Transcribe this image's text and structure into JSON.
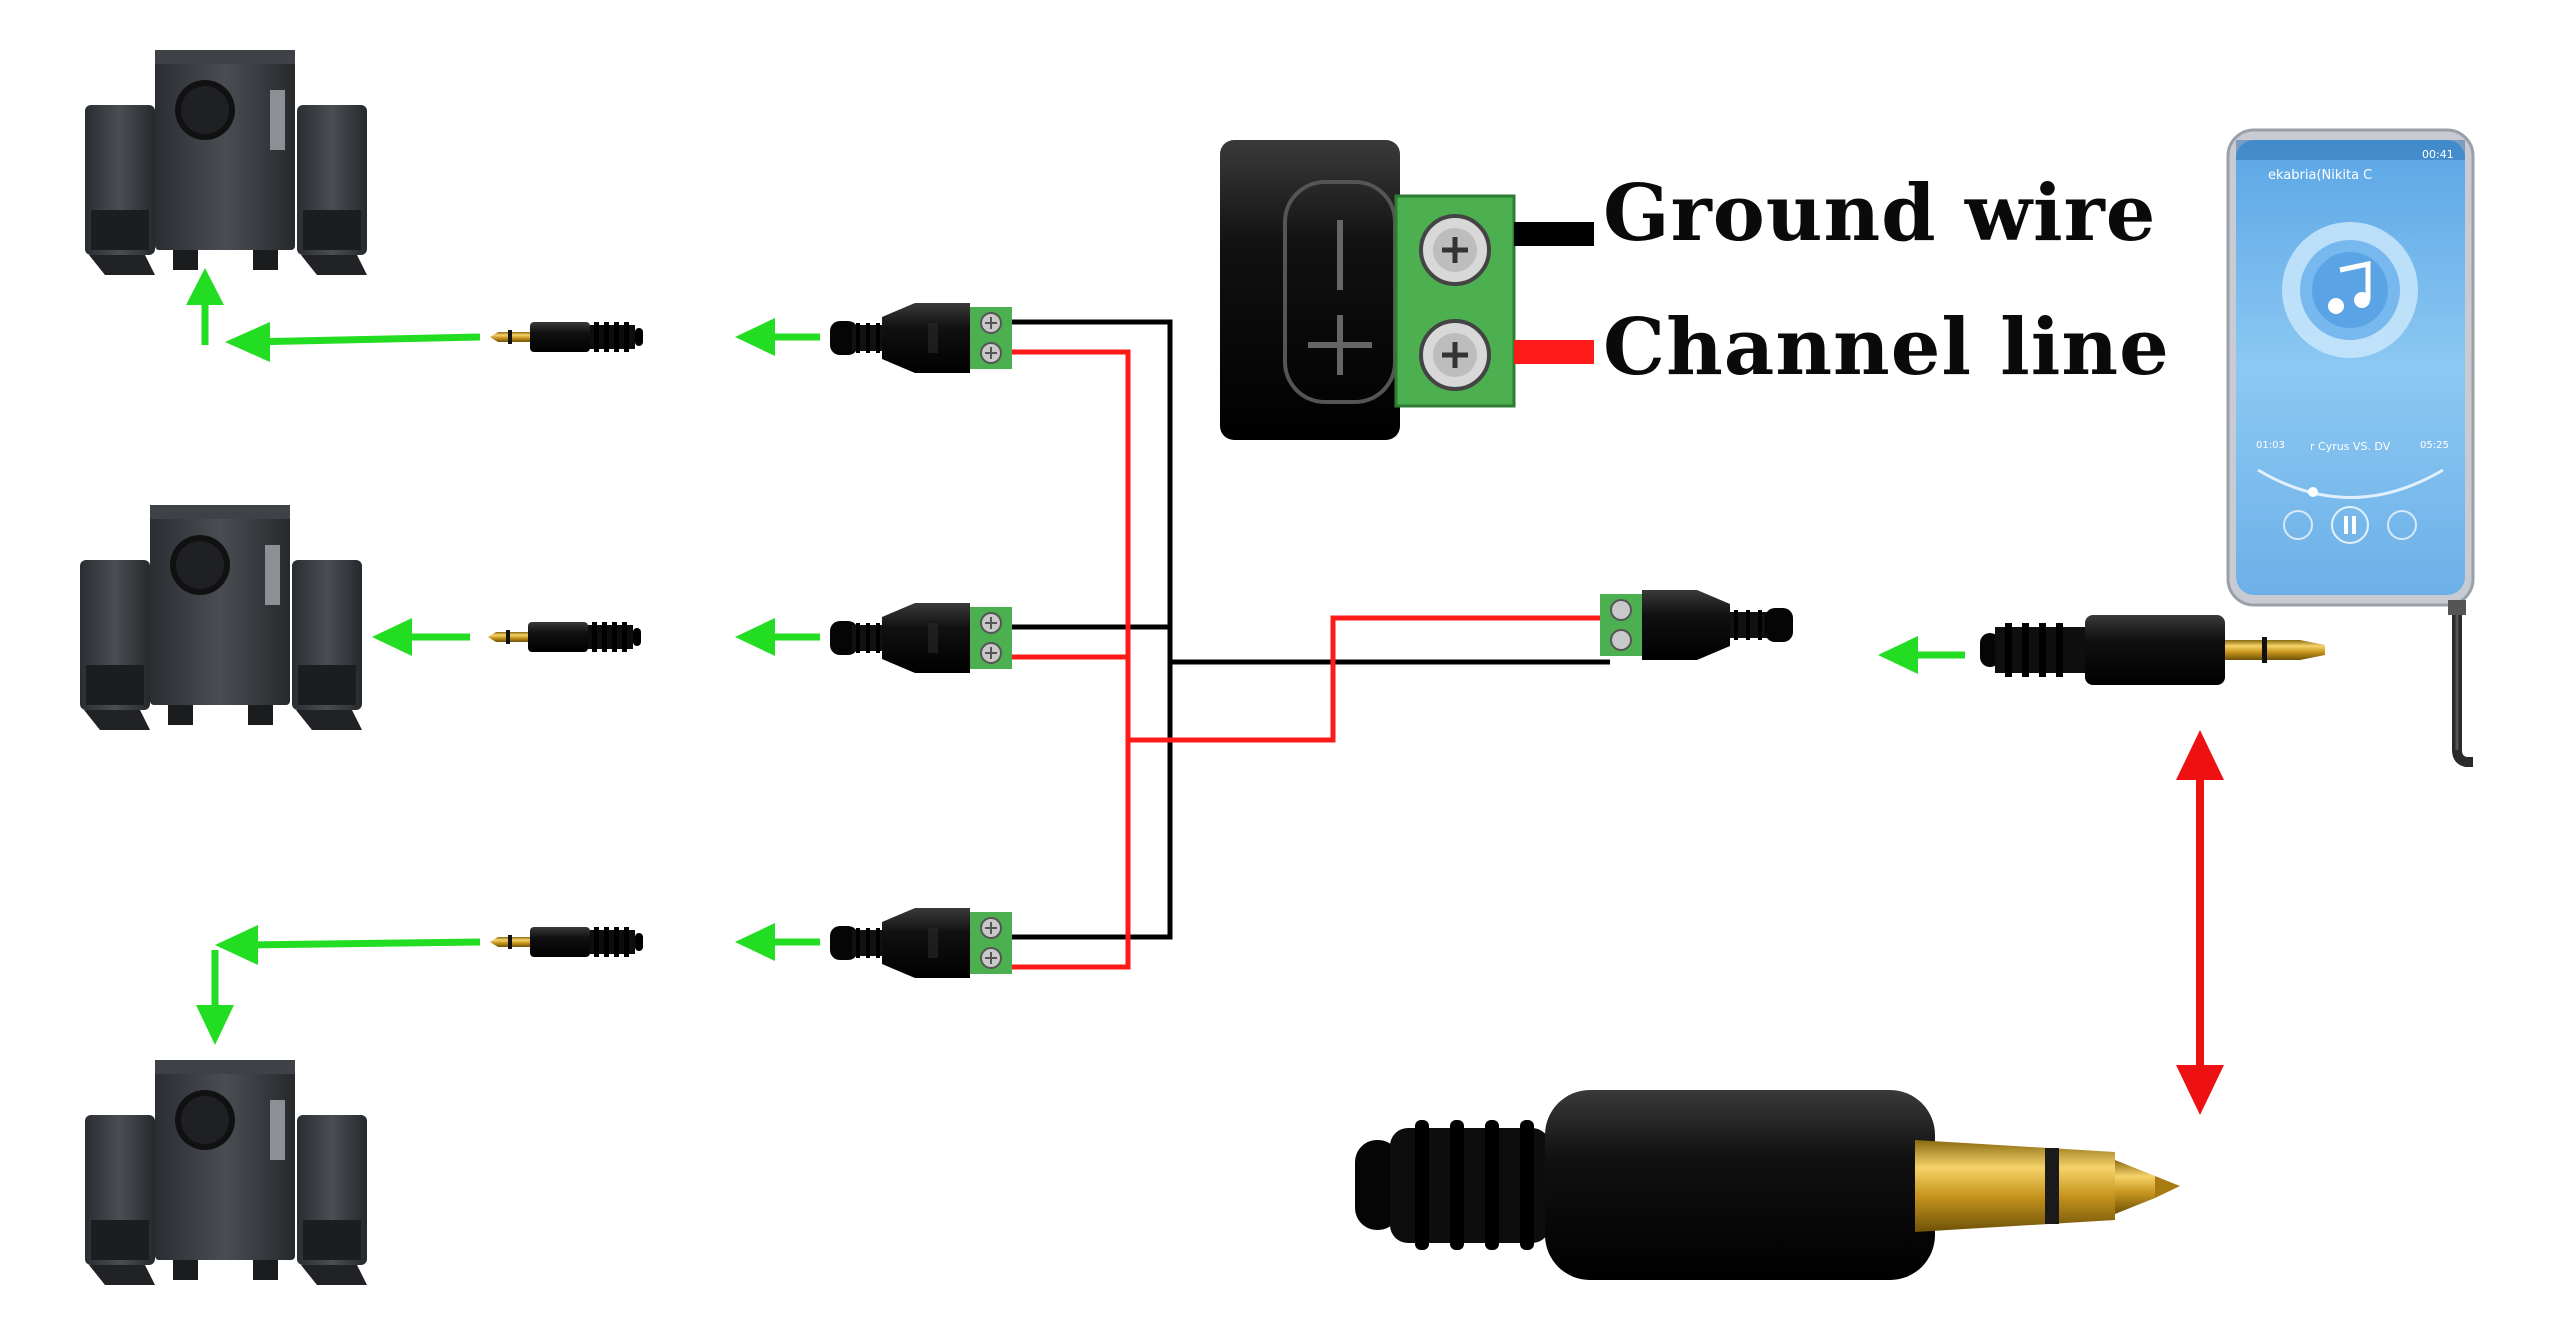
{
  "legend": {
    "ground_label": "Ground wire",
    "channel_label": "Channel line",
    "ground_color": "#000000",
    "channel_color": "#ff1a1a"
  },
  "phone": {
    "status_time": "00:41",
    "song_header": "ekabria(Nikita C",
    "song_title": "r Cyrus VS. DV",
    "elapsed": "01:03",
    "duration": "05:25",
    "icon": "music-note-icon"
  },
  "colors": {
    "flow_arrow": "#22dd22",
    "connect_arrow": "#ee1111",
    "terminal_green": "#4caf50",
    "plug_gold": "#d4a017"
  }
}
